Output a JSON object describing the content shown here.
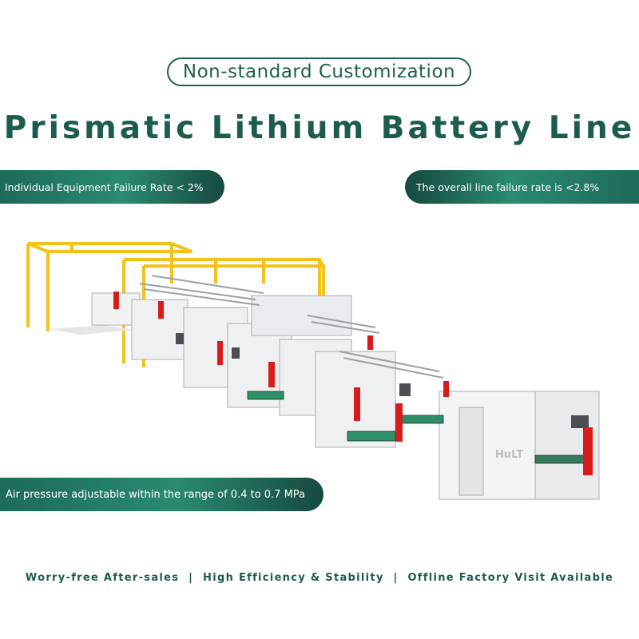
{
  "header": {
    "tag": "Non-standard Customization",
    "title": "Prismatic Lithium Battery Line"
  },
  "badges": {
    "equipment_failure": "Individual Equipment Failure Rate < 2%",
    "line_failure": "The overall line failure rate is <2.8%",
    "air_pressure": "Air pressure adjustable within the range of 0.4 to 0.7 MPa"
  },
  "footer": {
    "items": [
      "Worry-free After-sales",
      "High Efficiency & Stability",
      "Offline Factory Visit Available"
    ],
    "separator": "|"
  },
  "colors": {
    "brand_green": "#1c5c4f",
    "badge_green": "#2a8a70",
    "frame_yellow": "#f2c21a",
    "operator_red": "#d81c1c"
  },
  "illustration": {
    "type": "production-line-rendering",
    "machine_label": "HuLT"
  }
}
